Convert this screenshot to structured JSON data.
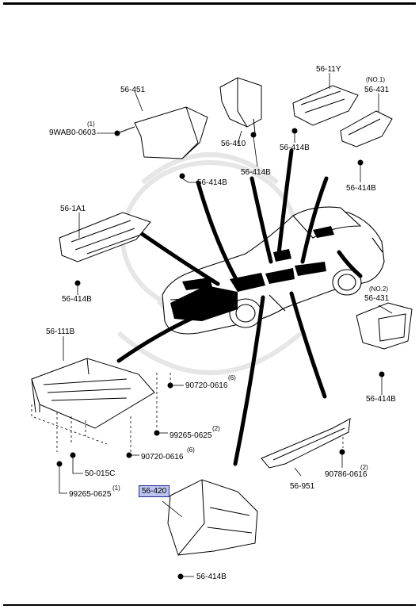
{
  "diagram": {
    "colors": {
      "line": "#000000",
      "part_fill": "#ffffff",
      "thick_leader": "#000000",
      "highlight_bg": "#bcc3ee",
      "highlight_border": "#1f2a8f",
      "watermark": "#e6e6e6"
    },
    "labels": {
      "p_56_451": "56-451",
      "p_9wab0_0603": "9WAB0-0603",
      "q_9wab0_0603": "(1)",
      "p_56_410": "56-410",
      "p_56_414b_a": "56-414B",
      "p_56_414b_b": "56-414B",
      "p_56_11y": "56-11Y",
      "p_56_414b_c": "56-414B",
      "no1": "(NO.1)",
      "p_56_431_a": "56-431",
      "p_56_414b_d": "56-414B",
      "p_56_1a1": "56-1A1",
      "p_56_414b_e": "56-414B",
      "no2": "(NO.2)",
      "p_56_431_b": "56-431",
      "p_56_414b_f": "56-414B",
      "p_56_111b": "56-111B",
      "p_90720_0616_a": "90720-0616",
      "q_90720_0616_a": "(6)",
      "p_99265_0625_a": "99265-0625",
      "q_99265_0625_a": "(2)",
      "p_90720_0616_b": "90720-0616",
      "q_90720_0616_b": "(6)",
      "p_50_015c": "50-015C",
      "p_99265_0625_b": "99265-0625",
      "q_99265_0625_b": "(1)",
      "p_56_951": "56-951",
      "p_90786_0616": "90786-0616",
      "q_90786_0616": "(2)",
      "p_56_420": "56-420",
      "p_56_414b_g": "56-414B"
    }
  }
}
